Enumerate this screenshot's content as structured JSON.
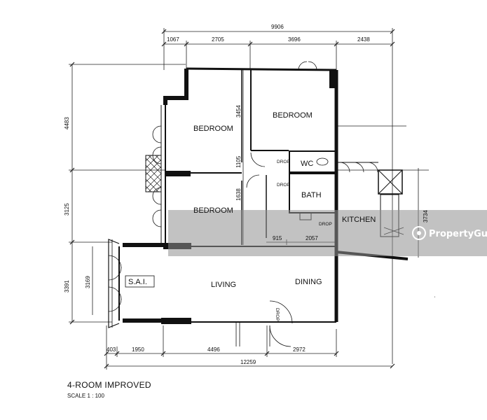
{
  "title": "4-ROOM IMPROVED",
  "scale": "SCALE 1 : 100",
  "watermark": "PropertyGuru",
  "rooms": {
    "bedroom_1": "BEDROOM",
    "bedroom_2": "BEDROOM",
    "bedroom_3": "BEDROOM",
    "wc": "WC",
    "bath": "BATH",
    "kitchen": "KITCHEN",
    "living": "LIVING",
    "dining": "DINING",
    "sai": "S.A.I."
  },
  "labels": {
    "drop_wc": "DROP",
    "drop_bath": "DROP",
    "drop_kitchen": "DROP",
    "drop_door": "DROP"
  },
  "dimensions": {
    "top_total": "9906",
    "top_1": "1067",
    "top_2": "2705",
    "top_3": "3696",
    "top_4": "2438",
    "left_1": "4483",
    "left_2": "3125",
    "left_3": "3391",
    "left_inner": "3169",
    "mid_1": "3454",
    "mid_2": "1105",
    "mid_3": "1638",
    "mid_4": "915",
    "mid_5": "2057",
    "right_1": "3734",
    "bottom_1": "403",
    "bottom_2": "1950",
    "bottom_3": "4496",
    "bottom_4": "2972",
    "bottom_total": "12259"
  },
  "colors": {
    "wall": "#111111",
    "watermark_band": "#9a9a9a"
  }
}
